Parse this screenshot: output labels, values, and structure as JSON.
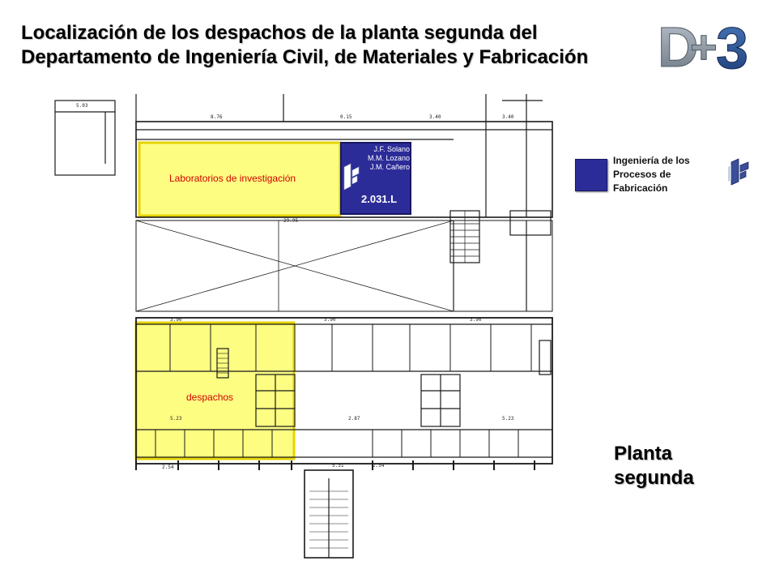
{
  "header": {
    "title_line1": "Localización de los despachos de la planta segunda del",
    "title_line2": "Departamento de Ingeniería Civil, de Materiales y Fabricación"
  },
  "logo": {
    "text_left": "D",
    "text_plus": "+",
    "text_right": "3",
    "icon": "di3-logo"
  },
  "plan": {
    "research_label": "Laboratorios de investigación",
    "offices_label": "despachos",
    "highlight_color": "#fdfd82",
    "wall_color": "#1a1a1a"
  },
  "office": {
    "names": [
      "J.F. Solano",
      "M.M. Lozano",
      "J.M. Cañero"
    ],
    "code": "2.031.L",
    "color": "#2c2c99"
  },
  "legend": {
    "label_lines": [
      "Ingeniería de los",
      "Procesos de",
      "Fabricación"
    ],
    "color": "#2c2c99",
    "icon": "ipf-icon"
  },
  "floor": {
    "label_line1": "Planta",
    "label_line2": "segunda"
  }
}
